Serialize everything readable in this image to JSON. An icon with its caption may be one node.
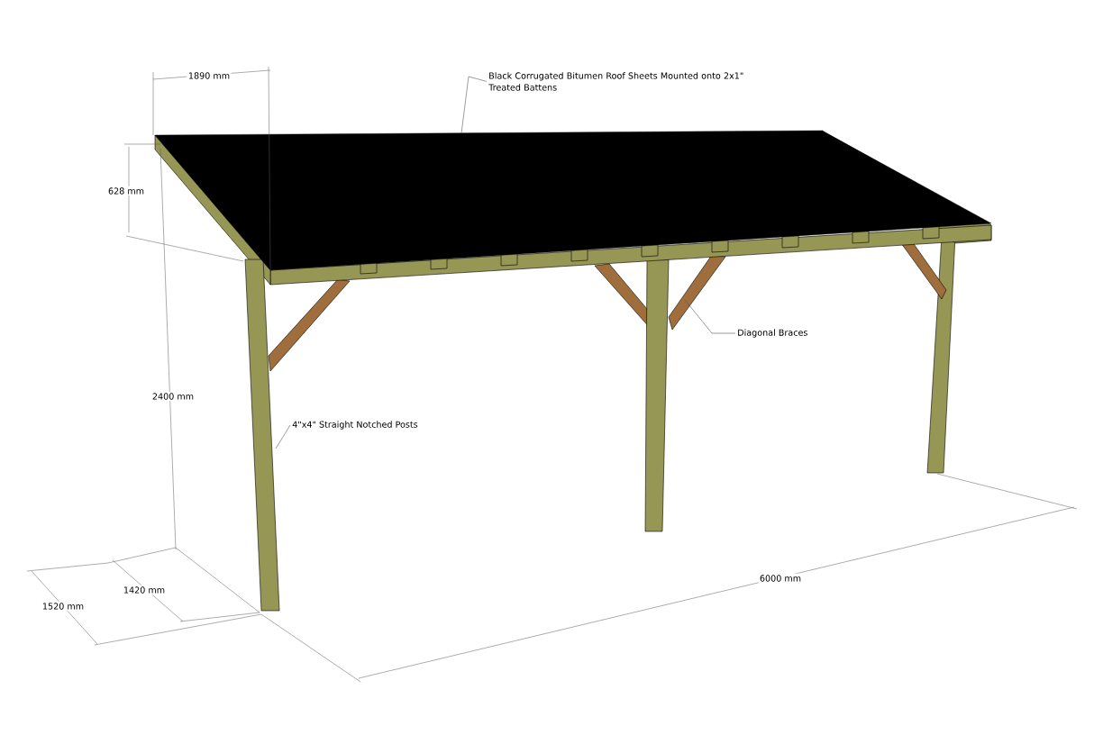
{
  "diagram": {
    "nodes": [
      {
        "text": [
          "Black Corrugated Bitumen Roof Sheets Mounted onto 2x1\" Treated Battens"
        ]
      },
      {
        "text": [
          "Diagonal Braces"
        ]
      },
      {
        "text": [
          "4\"x4\" Straight Notched Posts"
        ]
      }
    ],
    "edges": [
      {
        "from": 0,
        "to": null,
        "arrow": "none"
      },
      {
        "from": 1,
        "to": null,
        "arrow": "none"
      },
      {
        "from": 2,
        "to": null,
        "arrow": "none"
      }
    ],
    "labels": [
      "1890 mm",
      "628 mm",
      "2400 mm",
      "1420 mm",
      "1520 mm",
      "6000 mm"
    ]
  }
}
